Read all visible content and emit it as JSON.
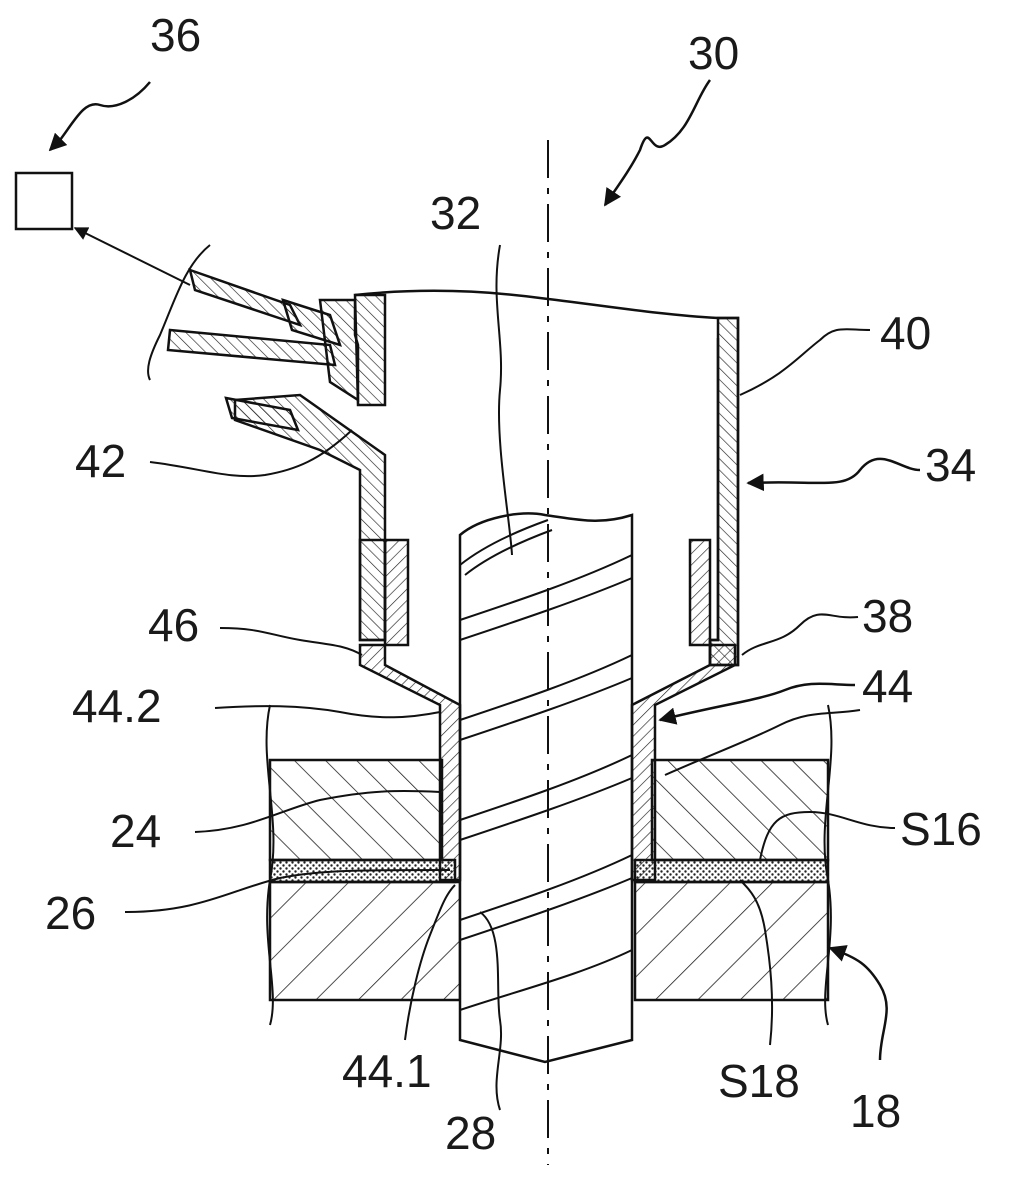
{
  "figure": {
    "labels": {
      "l36": "36",
      "l30": "30",
      "l32": "32",
      "l40": "40",
      "l42": "42",
      "l34": "34",
      "l46": "46",
      "l38": "38",
      "l44_2": "44.2",
      "l44": "44",
      "l24": "24",
      "l16": "S16",
      "l26": "26",
      "l44_1": "44.1",
      "l28": "28",
      "l18s": "S18",
      "l18": "18"
    }
  }
}
